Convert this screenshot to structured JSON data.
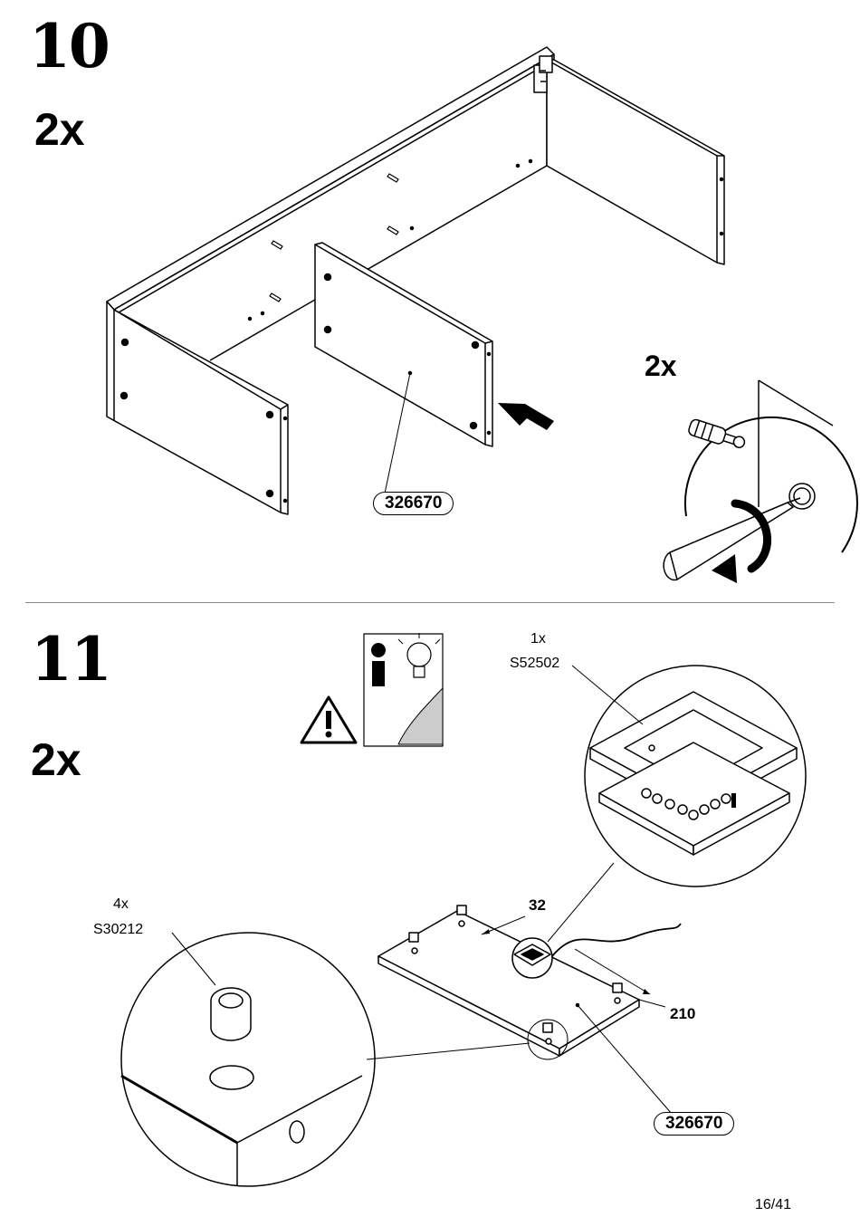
{
  "step10": {
    "number": "10",
    "quantity": "2x",
    "part_label": "326670",
    "detail_quantity": "2x"
  },
  "step11": {
    "number": "11",
    "quantity": "2x",
    "fitting_top": {
      "qty": "1x",
      "code": "S52502"
    },
    "fitting_left": {
      "qty": "4x",
      "code": "S30212"
    },
    "dim_a": "32",
    "dim_b": "210",
    "part_label": "326670"
  },
  "page_number": "16/41"
}
